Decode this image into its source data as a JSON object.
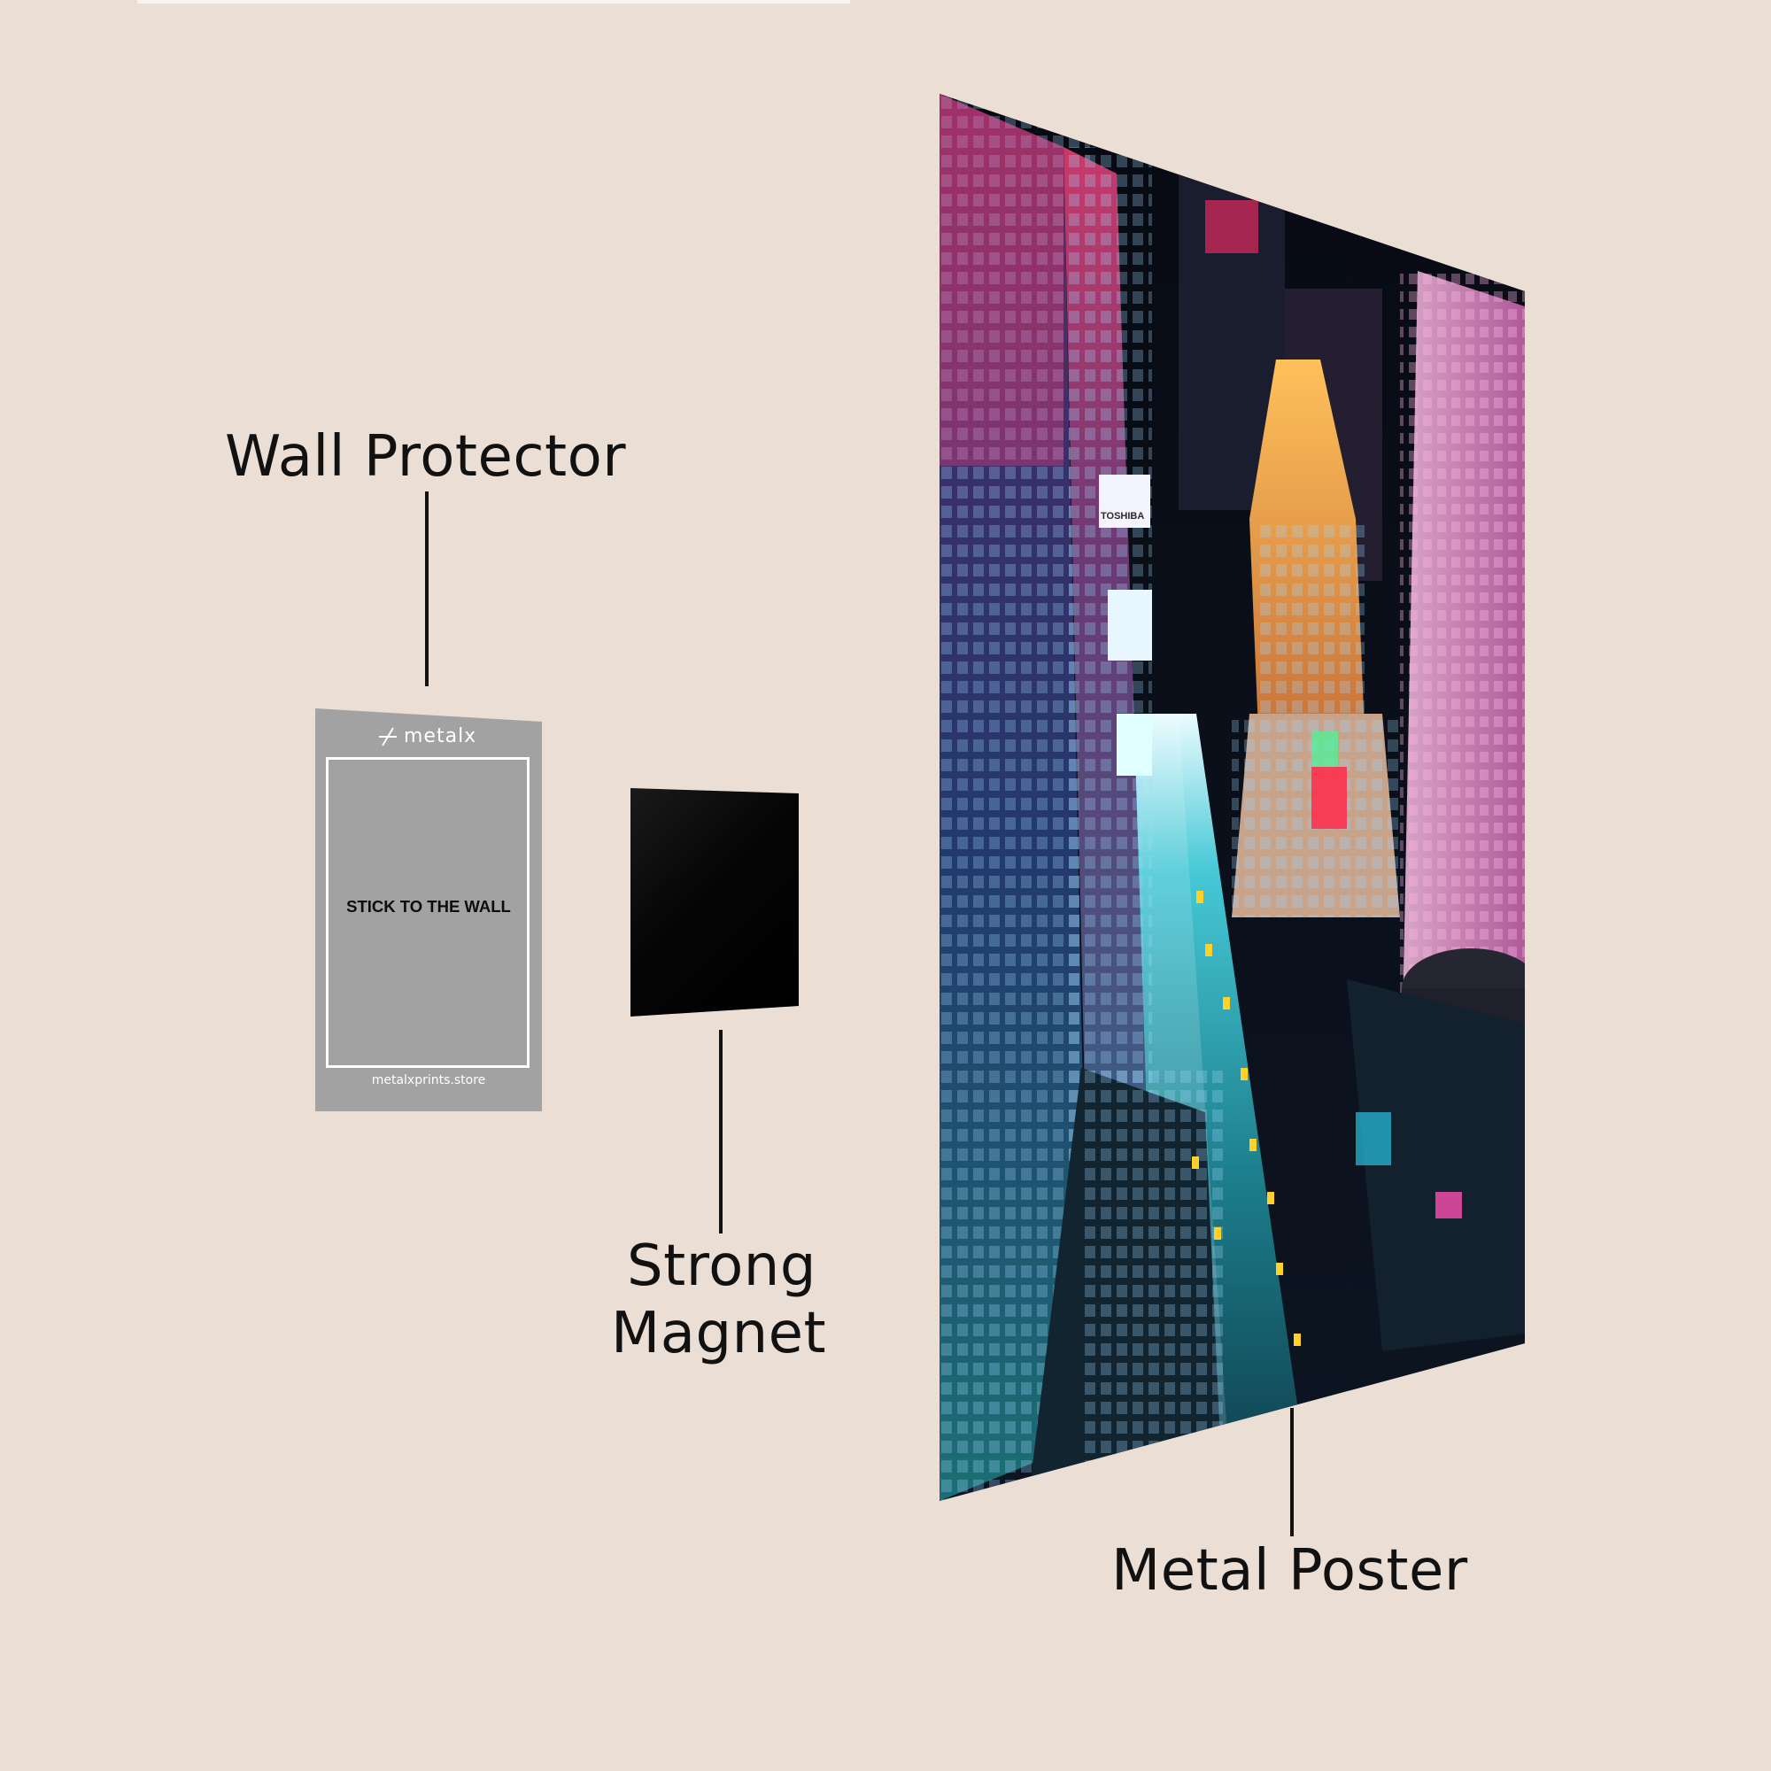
{
  "labels": {
    "wall_protector": "Wall Protector",
    "strong_magnet_line1": "Strong",
    "strong_magnet_line2": "Magnet",
    "metal_poster": "Metal Poster"
  },
  "wall_protector_card": {
    "brand": "metalx",
    "instruction": "STICK TO THE WALL",
    "url": "metalxprints.store"
  },
  "colors": {
    "background": "#eaded5",
    "protector_gray": "#a2a2a2",
    "magnet_black": "#050505",
    "label_text": "#111111"
  },
  "poster_image": {
    "subject": "night-city-aerial",
    "visible_sign_text": "TOSHIBA"
  }
}
